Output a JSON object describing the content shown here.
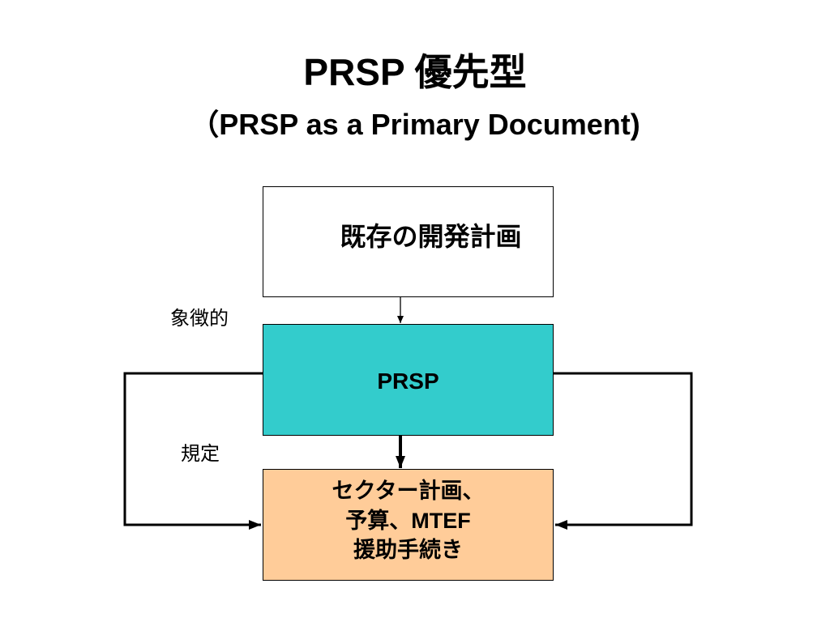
{
  "title": {
    "line1": "PRSP 優先型",
    "line2": "（PRSP as a Primary Document)"
  },
  "boxes": {
    "existing_plan": {
      "label": "既存の開発計画"
    },
    "prsp": {
      "label": "PRSP",
      "fill": "#33CCCC"
    },
    "sector": {
      "lines": [
        "セクター計画、",
        "予算、MTEF",
        "援助手続き"
      ],
      "fill": "#FFCC99"
    }
  },
  "labels": {
    "symbolic": "象徴的",
    "regulate": "規定"
  }
}
